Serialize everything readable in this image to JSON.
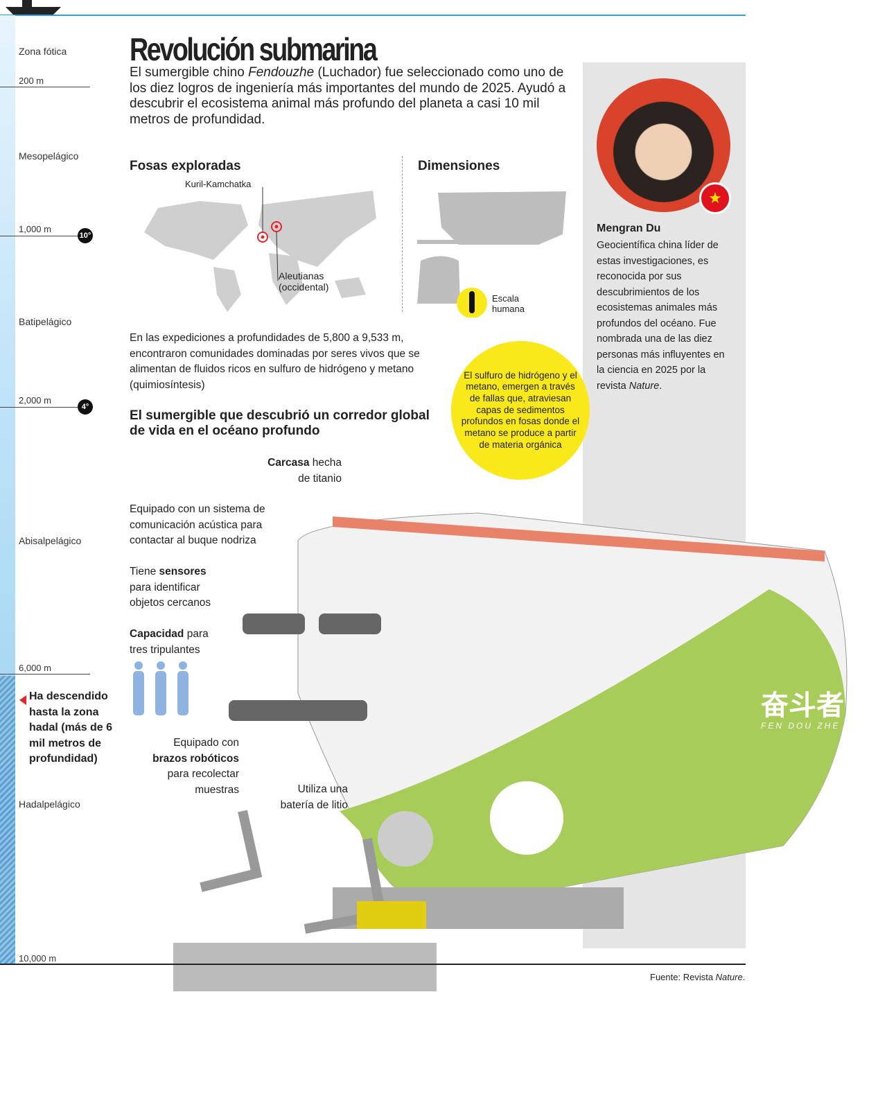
{
  "title": "Revolución submarina",
  "lead": {
    "pre": "El sumergible chino ",
    "name": "Fendouzhe",
    "post": " (Luchador) fue seleccionado como uno de los diez logros de ingeniería más importantes del mundo de 2025. Ayudó a descubrir el ecosistema animal más profundo del planeta a casi 10 mil metros de profundidad."
  },
  "depth": {
    "zones": [
      "Zona fótica",
      "Mesopelágico",
      "Batipelágico",
      "Abisalpelágico",
      "Hadalpelágico"
    ],
    "marks": [
      "200 m",
      "1,000 m",
      "2,000 m",
      "6,000 m",
      "10,000 m"
    ],
    "temps": [
      "10°",
      "4°"
    ],
    "hadal_note": "Ha descendido hasta la zona hadal (más de 6 mil metros de profundidad)"
  },
  "trenches": {
    "heading": "Fosas exploradas",
    "kuril": "Kuril-Kamchatka",
    "aleutian": "Aleutianas (occidental)"
  },
  "dimensions": {
    "heading": "Dimensiones",
    "scale": "Escala humana"
  },
  "expeditions": "En las expediciones a profundidades de 5,800 a 9,533 m, encontraron comunidades dominadas por seres vivos que se alimentan de fluidos ricos en sulfuro de hidrógeno y metano (quimiosíntesis)",
  "callout": "El sulfuro de hidrógeno y el metano, emergen a través de  fallas que, atraviesan capas de sedimentos profundos en fosas donde el metano se produce a partir de materia orgánica",
  "sub_heading": "El sumergible que descubrió un corredor global de vida en el océano profundo",
  "features": {
    "hull_b": "Carcasa",
    "hull": " hecha de titanio",
    "acoustic": "Equipado con un sistema de comunicación acústica para contactar al buque nodriza",
    "sensors_pre": "Tiene ",
    "sensors_b": "sensores",
    "sensors_post": " para identificar objetos cercanos",
    "crew_b": "Capacidad",
    "crew": " para tres tripulantes",
    "arms_pre": "Equipado con",
    "arms_b": "brazos robóticos",
    "arms_post": "para recolectar muestras",
    "battery": "Utiliza una batería de litio"
  },
  "sub_logo": {
    "cn": "奋斗者",
    "latin": "FEN DOU ZHE"
  },
  "person": {
    "name": "Mengran Du",
    "bio": "Geocientífica china líder de estas investigaciones, es reconocida por sus descubrimientos de los ecosistemas animales más profundos del océano. Fue nombrada una de las diez personas más influyentes en la ciencia en 2025 por la revista ",
    "bio_it": "Nature",
    "bio_end": "."
  },
  "source": {
    "pre": "Fuente:  Revista ",
    "it": "Nature",
    "end": "."
  },
  "colors": {
    "accent": "#2aa3e6",
    "yellow": "#f9e81a",
    "sub_green": "#a8cc5a"
  }
}
